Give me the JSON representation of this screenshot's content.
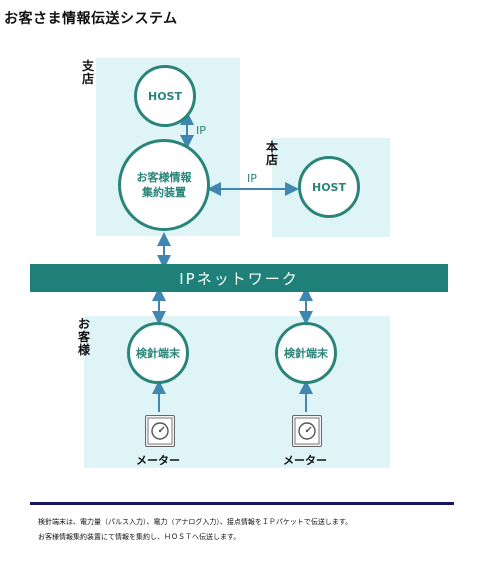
{
  "title": "お客さま情報伝送システム",
  "zones": {
    "branch_label": "支店",
    "main_label": "本店",
    "customer_label": "お客様"
  },
  "nodes": {
    "host_branch": "HOST",
    "aggregator_line1": "お客様情報",
    "aggregator_line2": "集約装置",
    "host_main": "HOST",
    "terminal_left": "検針端末",
    "terminal_right": "検針端末"
  },
  "links": {
    "ip_vertical": "IP",
    "ip_horizontal": "IP"
  },
  "network_label": "IPネットワーク",
  "meters": {
    "left": "メーター",
    "right": "メーター"
  },
  "notes": {
    "line1": "検針端末は、電力量（パルス入力）、電力（アナログ入力）、接点情報をＩＰパケットで伝送します。",
    "line2": "お客様情報集約装置にて情報を集約し、ＨＯＳＴへ伝送します。"
  },
  "colors": {
    "accent": "#2a8479",
    "zone_fill": "#def4f6",
    "network_bar": "#1e8078",
    "arrow": "#3f86b1",
    "rule": "#16175e"
  }
}
